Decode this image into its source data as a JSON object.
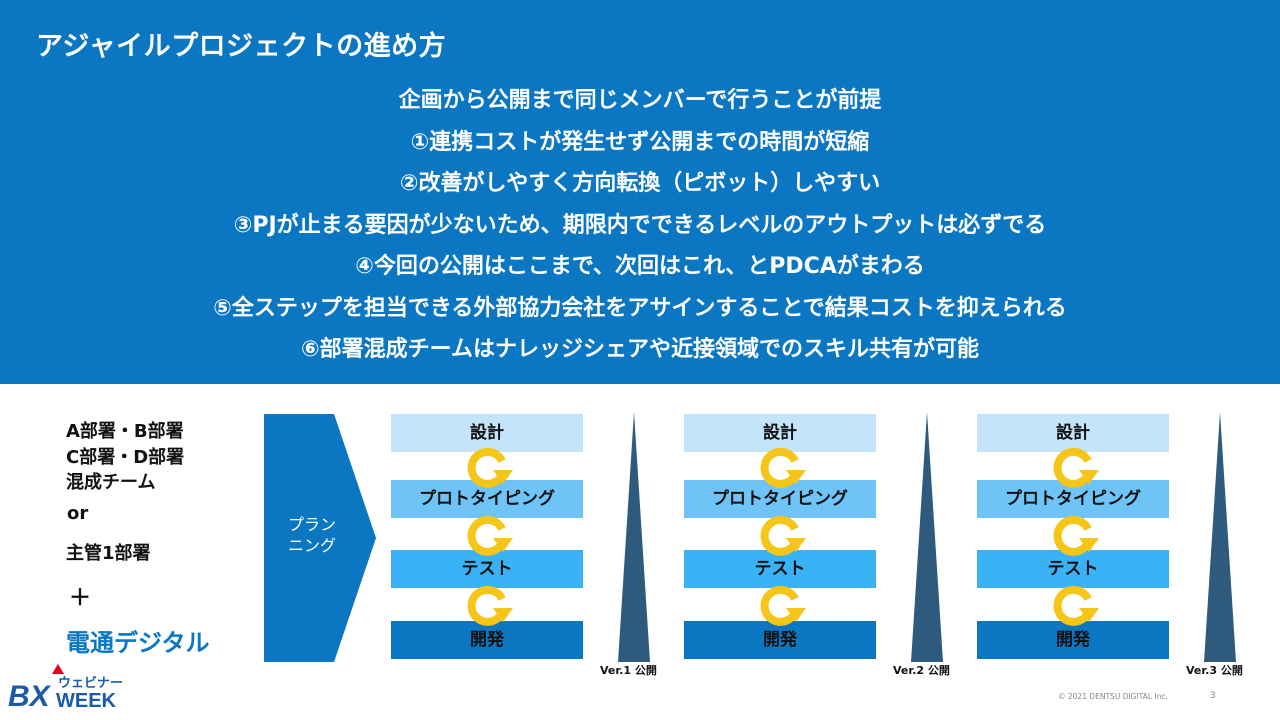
{
  "title": "アジャイルプロジェクトの進め方",
  "points": [
    "企画から公開まで同じメンバーで行うことが前提",
    "①連携コストが発生せず公開までの時間が短縮",
    "②改善がしやすく方向転換（ピボット）しやすい",
    "③PJが止まる要因が少ないため、期限内でできるレベルのアウトプットは必ずでる",
    "④今回の公開はここまで、次回はこれ、とPDCAがまわる",
    "⑤全ステップを担当できる外部協力会社をアサインすることで結果コストを抑えられる",
    "⑥部署混成チームはナレッジシェアや近接領域でのスキル共有が可能"
  ],
  "team": {
    "line1": "A部署・B部署",
    "line2": "C部署・D部署",
    "line3": "混成チーム",
    "or": "or",
    "alt": "主管1部署",
    "plus": "＋",
    "partner": "電通デジタル"
  },
  "planning": {
    "line1": "プラン",
    "line2": "ニング"
  },
  "cycles": [
    {
      "steps": [
        "設計",
        "プロトタイピング",
        "テスト",
        "開発"
      ],
      "release": "Ver.1 公開"
    },
    {
      "steps": [
        "設計",
        "プロトタイピング",
        "テスト",
        "開発"
      ],
      "release": "Ver.2 公開"
    },
    {
      "steps": [
        "設計",
        "プロトタイピング",
        "テスト",
        "開発"
      ],
      "release": "Ver.3 公開"
    }
  ],
  "logo": {
    "mark": "BX",
    "sub": "ウェビナー",
    "main": "WEEK"
  },
  "footer": {
    "copyright": "© 2021 DENTSU DIGITAL Inc.",
    "page": "3"
  },
  "colors": {
    "header_bg": "#0b77c2",
    "partner_text": "#0b77c2",
    "cycle_arrow": "#f5c518",
    "release_triangle": "#2e5a7e",
    "logo_blue": "#1b5aa8",
    "logo_red": "#e2001a"
  }
}
